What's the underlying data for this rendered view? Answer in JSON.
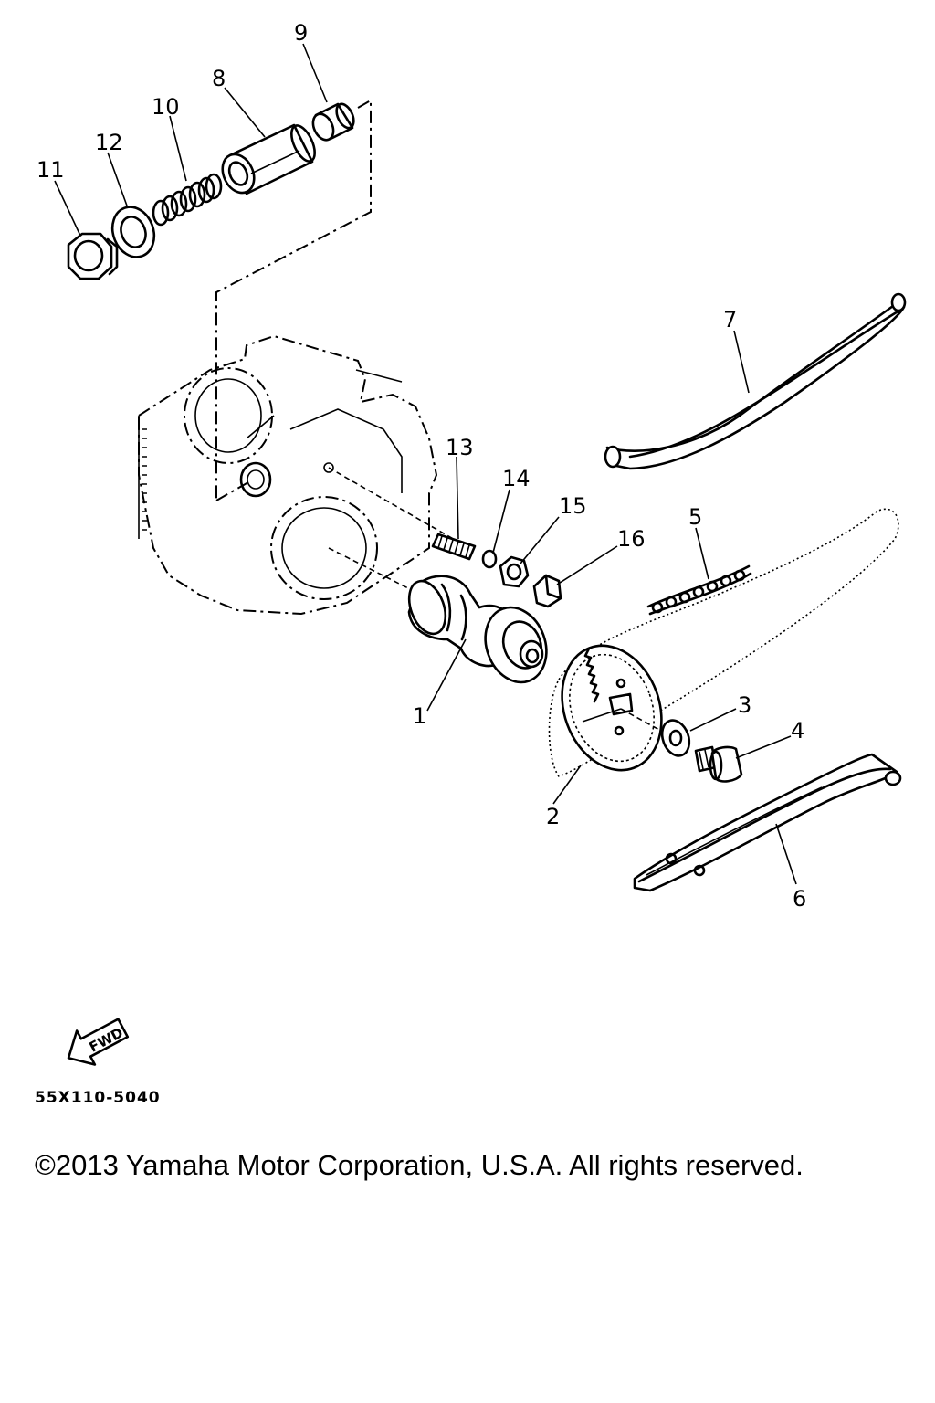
{
  "callouts": {
    "c1": "1",
    "c2": "2",
    "c3": "3",
    "c4": "4",
    "c5": "5",
    "c6": "6",
    "c7": "7",
    "c8": "8",
    "c9": "9",
    "c10": "10",
    "c11": "11",
    "c12": "12",
    "c13": "13",
    "c14": "14",
    "c15": "15",
    "c16": "16"
  },
  "fwd_label": "FWD",
  "part_code": "55X110-5040",
  "copyright": "©2013 Yamaha Motor Corporation, U.S.A. All rights reserved.",
  "colors": {
    "ink": "#000000",
    "paper": "#ffffff"
  }
}
